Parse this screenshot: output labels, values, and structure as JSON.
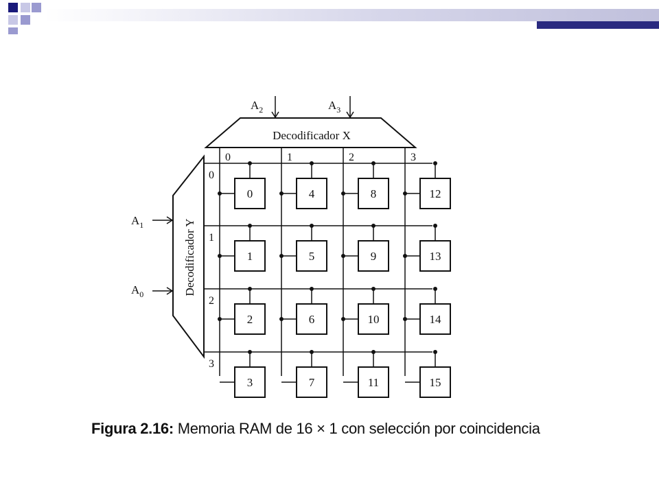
{
  "slide_decoration": {
    "colors": [
      "#1a1a7a",
      "#9a9ad0",
      "#c8c8e6",
      "#2a2a80"
    ]
  },
  "decoder_x": {
    "label": "Decodificador X",
    "inputs": [
      "A2",
      "A3"
    ]
  },
  "decoder_y": {
    "label": "Decodificador Y",
    "inputs": [
      "A1",
      "A0"
    ]
  },
  "column_labels": [
    "0",
    "1",
    "2",
    "3"
  ],
  "row_labels": [
    "0",
    "1",
    "2",
    "3"
  ],
  "cells": [
    [
      "0",
      "4",
      "8",
      "12"
    ],
    [
      "1",
      "5",
      "9",
      "13"
    ],
    [
      "2",
      "6",
      "10",
      "14"
    ],
    [
      "3",
      "7",
      "11",
      "15"
    ]
  ],
  "caption": {
    "prefix": "Figura 2.16:",
    "text": "Memoria RAM de 16 × 1 con selección por coincidencia"
  }
}
